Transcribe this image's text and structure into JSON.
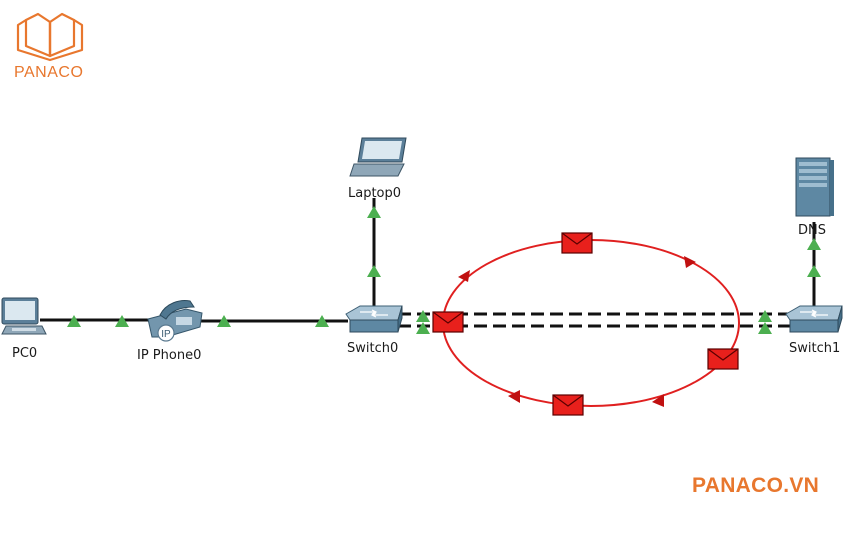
{
  "brand": {
    "logo_text": "PANACO",
    "watermark": "PANACO.VN",
    "color": "#e8772e"
  },
  "devices": {
    "pc0": {
      "label": "PC0",
      "icon": "pc-icon"
    },
    "ipphone0": {
      "label": "IP Phone0",
      "icon": "ip-phone-icon",
      "badge": "IP"
    },
    "laptop0": {
      "label": "Laptop0",
      "icon": "laptop-icon"
    },
    "switch0": {
      "label": "Switch0",
      "icon": "switch-icon"
    },
    "switch1": {
      "label": "Switch1",
      "icon": "switch-icon"
    },
    "dns": {
      "label": "DNS",
      "icon": "server-icon"
    }
  },
  "colors": {
    "link": "#111111",
    "port_up": "#4caf50",
    "loop": "#e02020",
    "envelope": "#e8201c"
  },
  "links": [
    {
      "from": "pc0",
      "to": "ipphone0",
      "style": "solid",
      "ports_up": true
    },
    {
      "from": "ipphone0",
      "to": "switch0",
      "style": "solid",
      "ports_up": true
    },
    {
      "from": "switch0",
      "to": "laptop0",
      "style": "solid",
      "ports_up": true
    },
    {
      "from": "switch1",
      "to": "dns",
      "style": "solid",
      "ports_up": true
    },
    {
      "from": "switch0",
      "to": "switch1",
      "style": "dashed",
      "ports_up": true
    },
    {
      "from": "switch0",
      "to": "switch1",
      "style": "dashed",
      "ports_up": true
    }
  ],
  "broadcast_loop": {
    "direction": "clockwise",
    "envelope_count": 4
  }
}
